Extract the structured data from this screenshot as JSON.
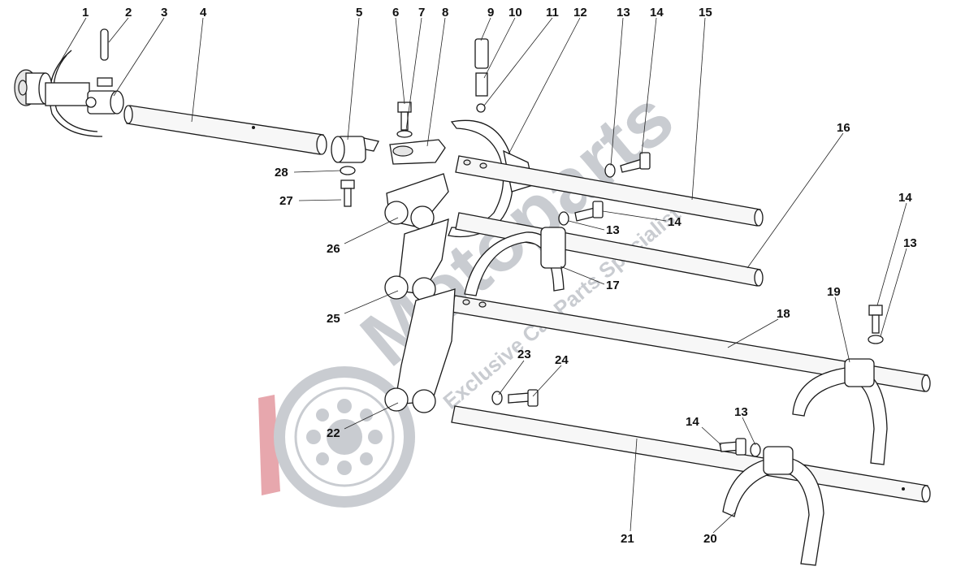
{
  "diagram": {
    "callouts": [
      "1",
      "2",
      "3",
      "4",
      "5",
      "6",
      "7",
      "8",
      "9",
      "10",
      "11",
      "12",
      "13",
      "14",
      "15",
      "16",
      "28",
      "27",
      "26",
      "13",
      "14",
      "17",
      "25",
      "18",
      "14",
      "13",
      "19",
      "23",
      "24",
      "22",
      "14",
      "13",
      "21",
      "20"
    ]
  },
  "watermark": {
    "brand": "Motoparts",
    "tagline": "Exclusive Car Parts Specialist"
  },
  "colors": {
    "line": "#1a1a1a",
    "watermark_grey": "#c9ccd1",
    "watermark_red": "#e7a7ad"
  }
}
